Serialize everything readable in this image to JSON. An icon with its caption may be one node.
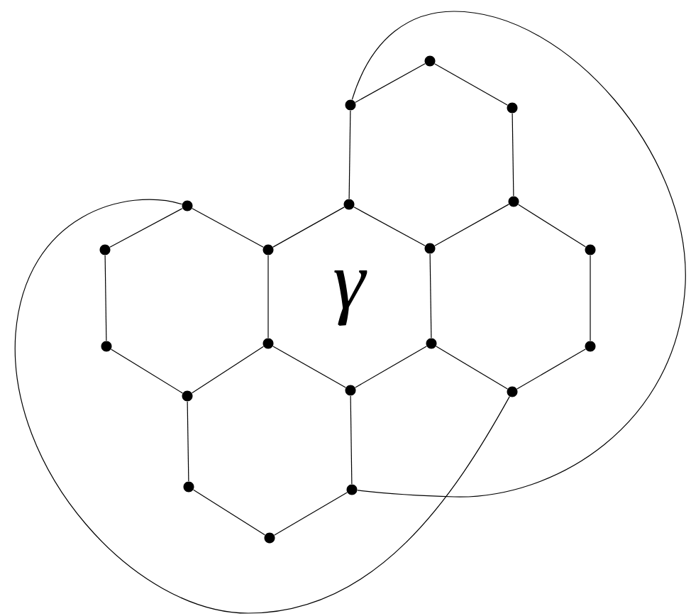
{
  "diagram": {
    "nodes": [
      {
        "text": [],
        "shape": "circle"
      },
      {
        "text": [],
        "shape": "circle"
      },
      {
        "text": [],
        "shape": "circle"
      },
      {
        "text": [],
        "shape": "circle"
      },
      {
        "text": [],
        "shape": "circle"
      },
      {
        "text": [],
        "shape": "circle"
      },
      {
        "text": [],
        "shape": "circle"
      },
      {
        "text": [],
        "shape": "circle"
      },
      {
        "text": [],
        "shape": "circle"
      },
      {
        "text": [],
        "shape": "circle"
      },
      {
        "text": [],
        "shape": "circle"
      },
      {
        "text": [],
        "shape": "circle"
      },
      {
        "text": [],
        "shape": "circle"
      },
      {
        "text": [],
        "shape": "circle"
      },
      {
        "text": [],
        "shape": "circle"
      },
      {
        "text": [],
        "shape": "circle"
      },
      {
        "text": [],
        "shape": "circle"
      },
      {
        "text": [],
        "shape": "circle"
      },
      {
        "text": [],
        "shape": "circle"
      },
      {
        "text": [],
        "shape": "circle"
      }
    ],
    "edges": [
      {
        "from": 0,
        "to": 1,
        "arrow": "none"
      },
      {
        "from": 0,
        "to": 2,
        "arrow": "none"
      },
      {
        "from": 1,
        "to": 4,
        "arrow": "none"
      },
      {
        "from": 2,
        "to": 5,
        "arrow": "none"
      },
      {
        "from": 3,
        "to": 6,
        "arrow": "none"
      },
      {
        "from": 3,
        "to": 7,
        "arrow": "none"
      },
      {
        "from": 4,
        "to": 7,
        "arrow": "none"
      },
      {
        "from": 4,
        "to": 8,
        "arrow": "none"
      },
      {
        "from": 5,
        "to": 8,
        "arrow": "none"
      },
      {
        "from": 5,
        "to": 9,
        "arrow": "none"
      },
      {
        "from": 6,
        "to": 10,
        "arrow": "none"
      },
      {
        "from": 7,
        "to": 11,
        "arrow": "none"
      },
      {
        "from": 8,
        "to": 12,
        "arrow": "none"
      },
      {
        "from": 9,
        "to": 13,
        "arrow": "none"
      },
      {
        "from": 10,
        "to": 14,
        "arrow": "none"
      },
      {
        "from": 11,
        "to": 14,
        "arrow": "none"
      },
      {
        "from": 11,
        "to": 15,
        "arrow": "none"
      },
      {
        "from": 12,
        "to": 15,
        "arrow": "none"
      },
      {
        "from": 12,
        "to": 16,
        "arrow": "none"
      },
      {
        "from": 13,
        "to": 16,
        "arrow": "none"
      },
      {
        "from": 14,
        "to": 17,
        "arrow": "none"
      },
      {
        "from": 15,
        "to": 18,
        "arrow": "none"
      },
      {
        "from": 17,
        "to": 19,
        "arrow": "none"
      },
      {
        "from": 18,
        "to": 19,
        "arrow": "none"
      },
      {
        "from": 1,
        "to": 18,
        "arrow": "none"
      },
      {
        "from": 3,
        "to": 16,
        "arrow": "none"
      }
    ],
    "labels": [
      "γ"
    ]
  }
}
